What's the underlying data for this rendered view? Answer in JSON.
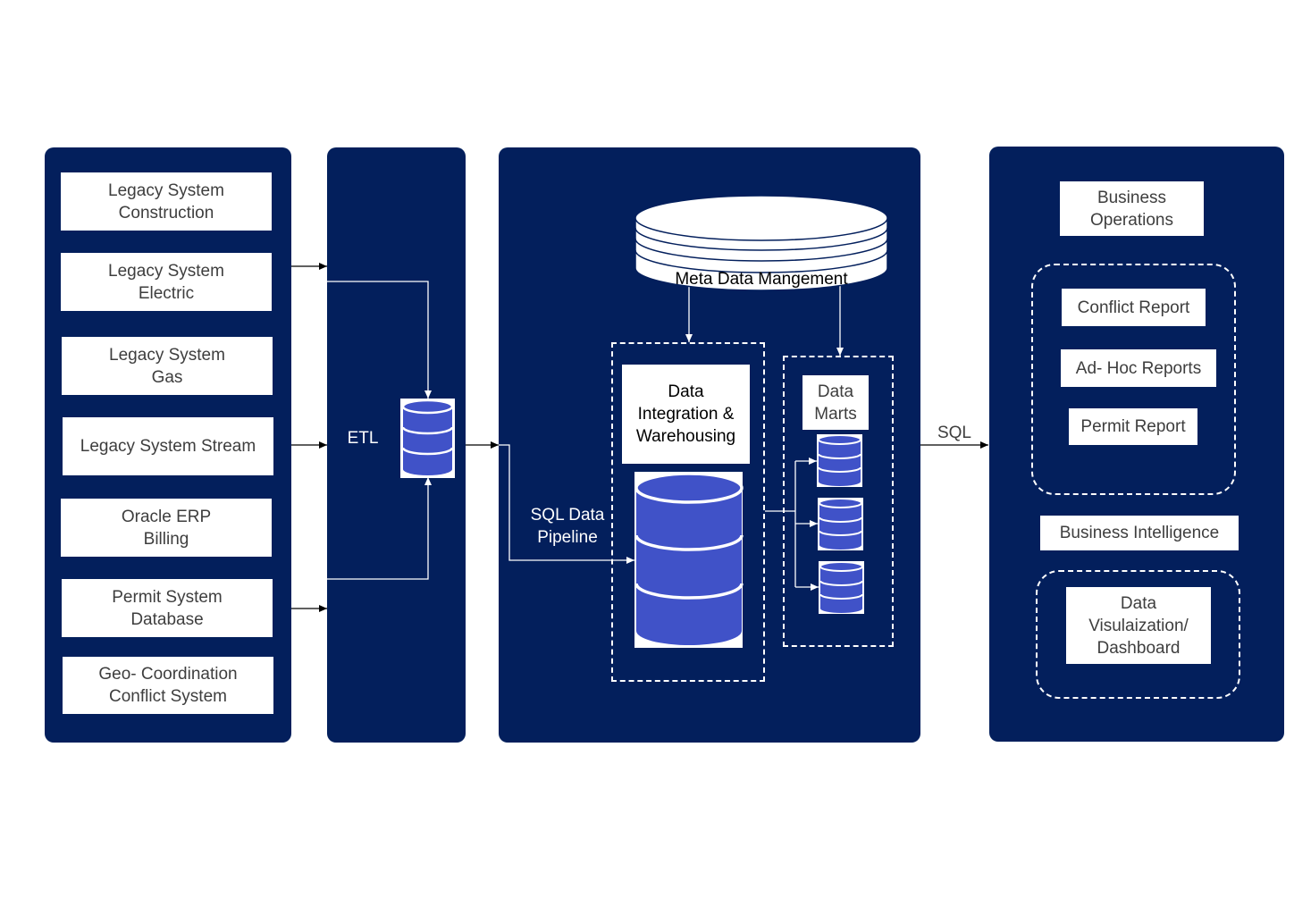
{
  "colors": {
    "panel": "#031f5c",
    "cylinder": "#4052c8",
    "box_text": "#3e3e3e",
    "connector": "#ffffff",
    "arrow": "#000000"
  },
  "sources": [
    "Legacy System\nConstruction",
    "Legacy System\nElectric",
    "Legacy System\nGas",
    "Legacy System Stream",
    "Oracle ERP\nBilling",
    "Permit System\nDatabase",
    "Geo- Coordination\nConflict System"
  ],
  "etl": {
    "label": "ETL",
    "icon": "database-icon"
  },
  "pipeline": {
    "label": "SQL Data\nPipeline"
  },
  "metadata": {
    "label": "Meta Data Mangement",
    "icon": "metadata-disk-stack-icon"
  },
  "warehouse": {
    "label": "Data\nIntegration &\nWarehousing",
    "icon": "database-icon"
  },
  "data_marts": {
    "label": "Data\nMarts",
    "icon": "database-icon"
  },
  "sql_link": {
    "label": "SQL"
  },
  "consumers": {
    "business_operations": "Business\nOperations",
    "reports": [
      "Conflict Report",
      "Ad- Hoc Reports",
      "Permit Report"
    ],
    "business_intelligence": "Business Intelligence",
    "visualization": "Data\nVisulaization/\nDashboard"
  }
}
